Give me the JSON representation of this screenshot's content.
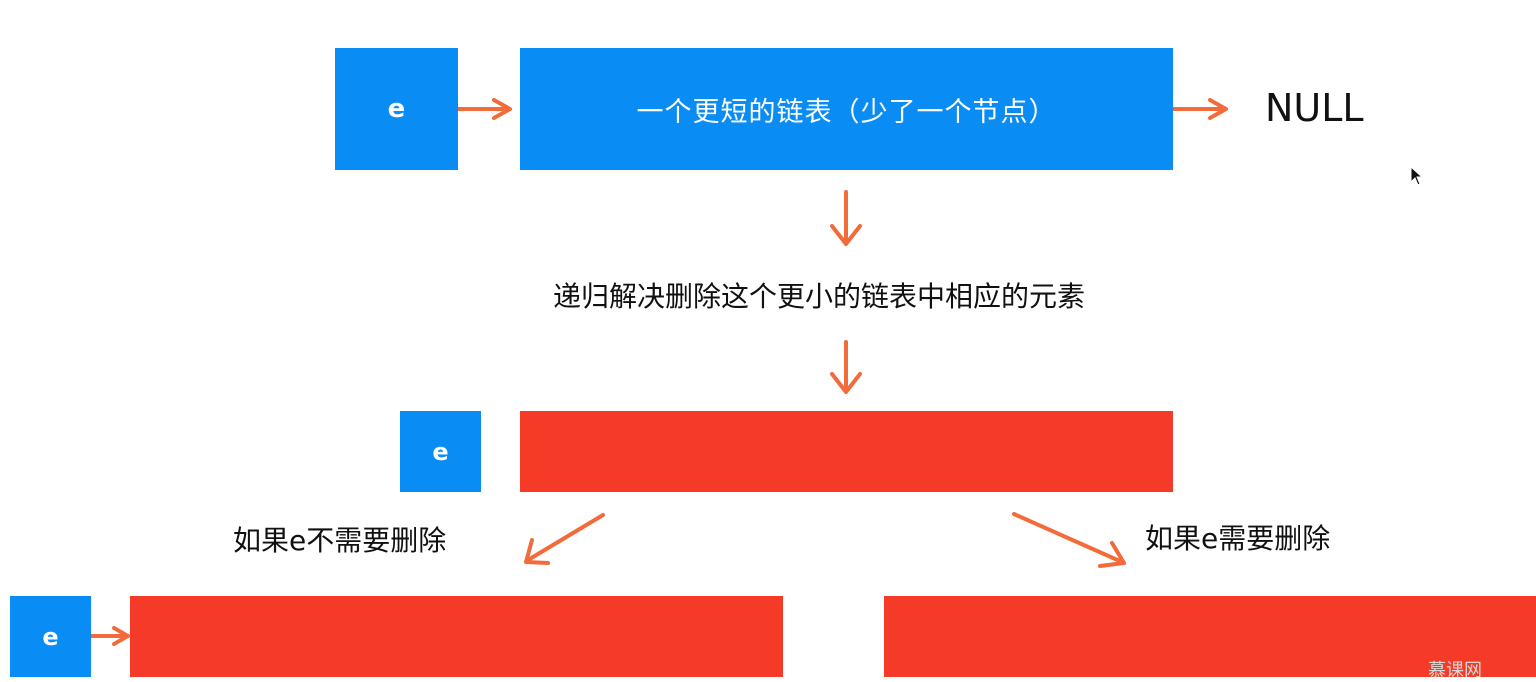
{
  "diagram": {
    "top_row": {
      "node_label": "e",
      "list_label": "一个更短的链表（少了一个节点）",
      "null_label": "NULL"
    },
    "step_text": "递归解决删除这个更小的链表中相应的元素",
    "middle_row": {
      "node_label": "e"
    },
    "branch_left": {
      "label": "如果e不需要删除",
      "node_label": "e"
    },
    "branch_right": {
      "label": "如果e需要删除"
    },
    "watermark": "慕课网"
  },
  "colors": {
    "node_blue": "#0a8cf5",
    "list_red": "#f53a28",
    "arrow_orange": "#f26b3a",
    "text": "#111111"
  }
}
